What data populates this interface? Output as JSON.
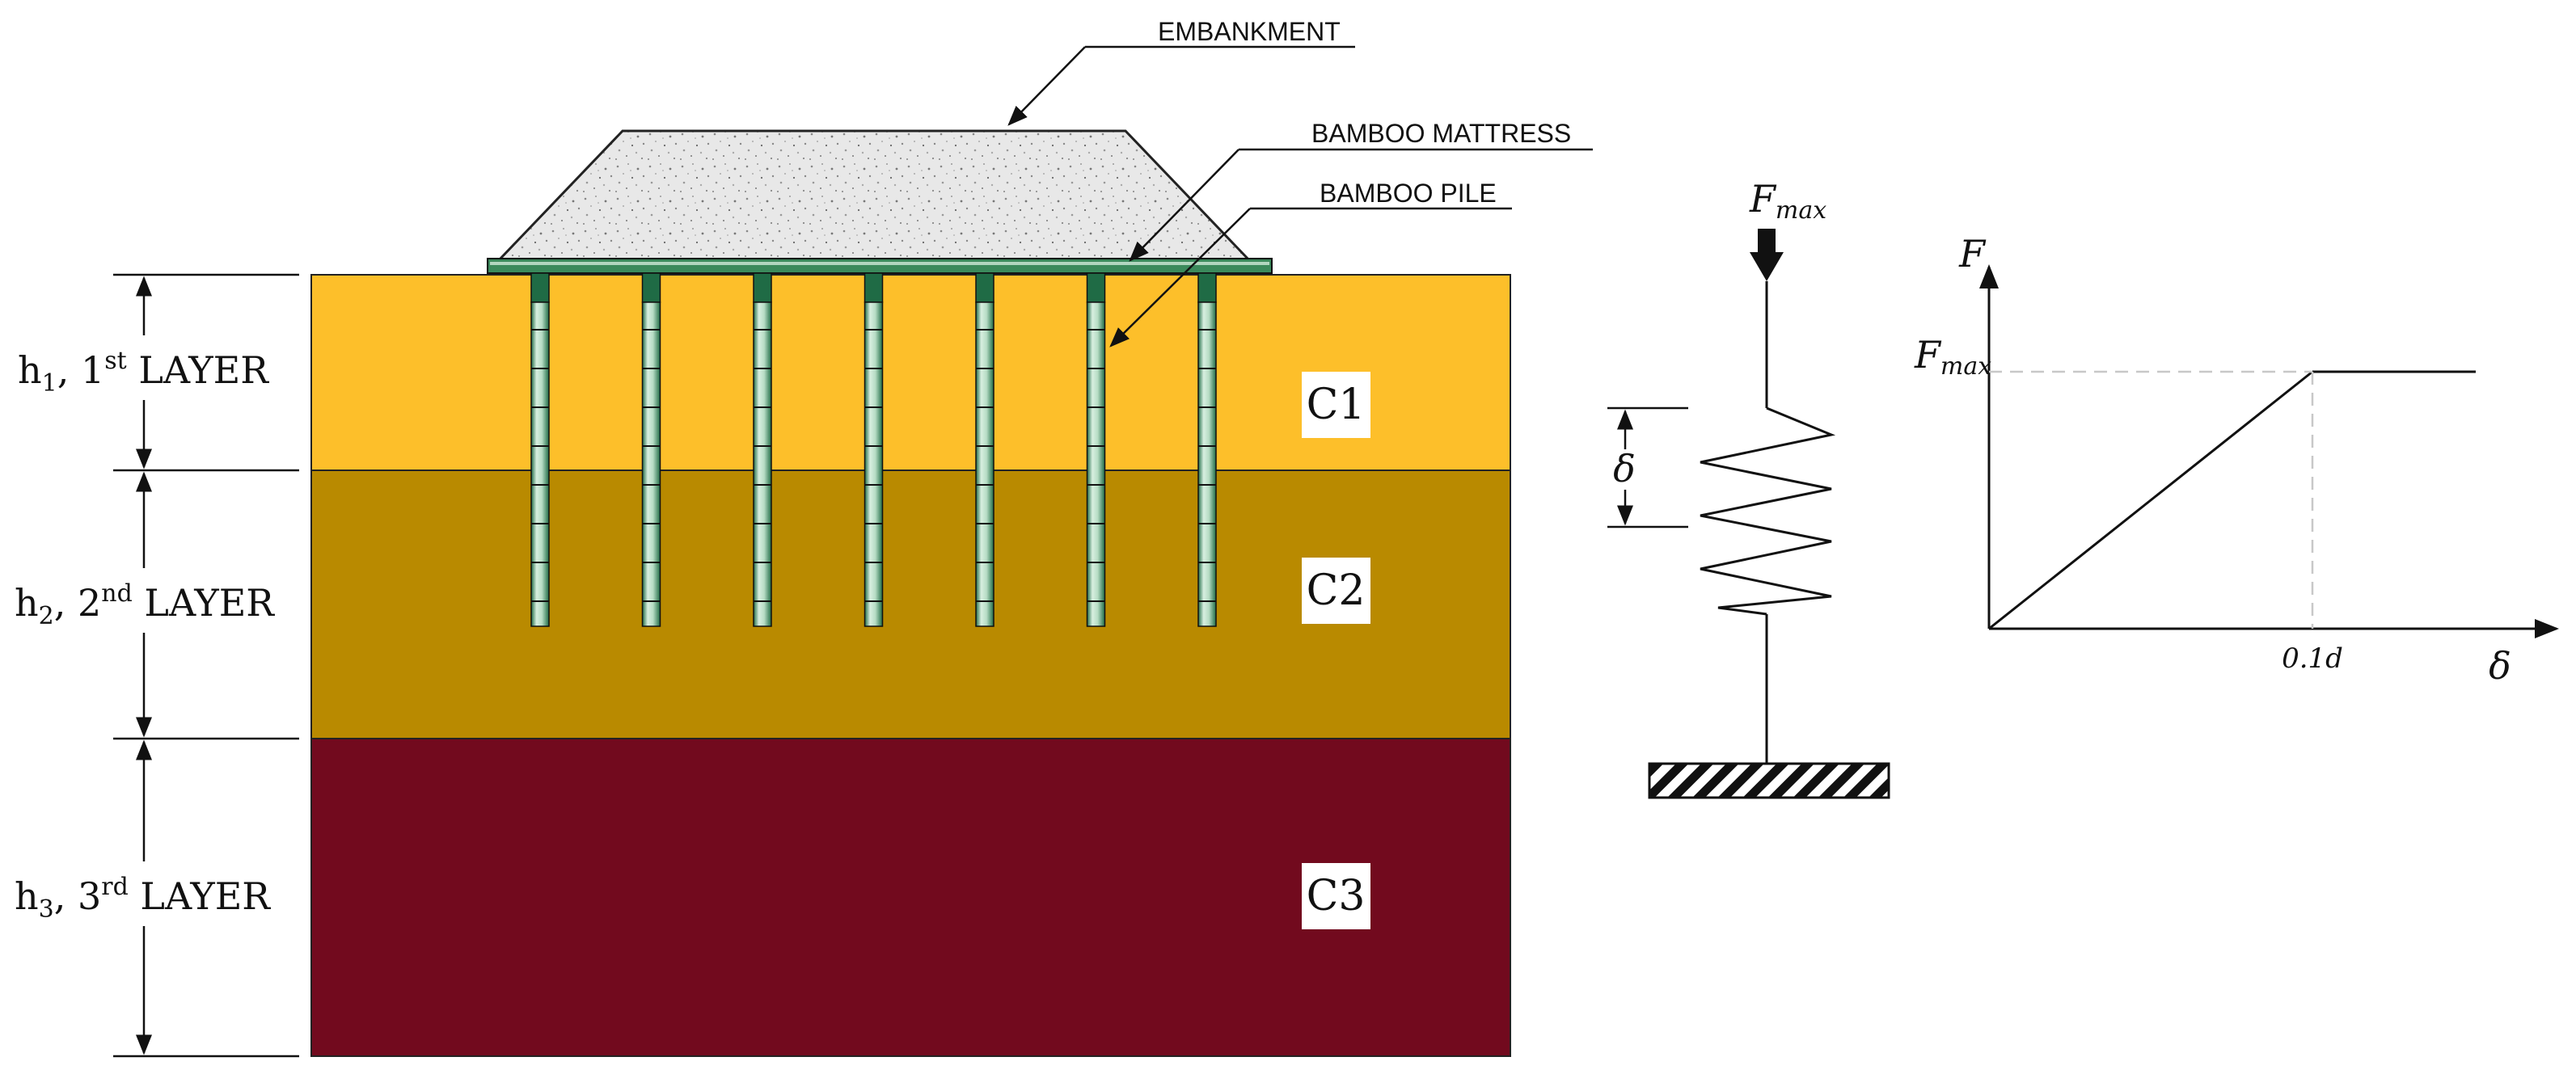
{
  "callouts": {
    "embankment": "EMBANKMENT",
    "bamboo_mattress": "BAMBOO MATTRESS",
    "bamboo_pile": "BAMBOO PILE"
  },
  "layers": [
    {
      "h": "h",
      "sub": "1",
      "sep": ", ",
      "num": "1",
      "sup": "st",
      "word": " LAYER",
      "label": "C1",
      "color": "#FDBF2A"
    },
    {
      "h": "h",
      "sub": "2",
      "sep": ", ",
      "num": "2",
      "sup": "nd",
      "word": " LAYER",
      "label": "C2",
      "color": "#B98A00"
    },
    {
      "h": "h",
      "sub": "3",
      "sep": ", ",
      "num": "3",
      "sup": "rd",
      "word": " LAYER",
      "label": "C3",
      "color": "#720A1E"
    }
  ],
  "spring_model": {
    "force_symbol": "F",
    "force_sub": "max",
    "disp_symbol": "δ"
  },
  "law_graph": {
    "y_axis": "F",
    "y_tick": "F",
    "y_tick_sub": "max",
    "x_axis": "δ",
    "x_tick": "0.1d"
  },
  "colors": {
    "pile_fill": "#c8e4d0",
    "pile_dark": "#1f6b45",
    "mattress": "#3b8a5c",
    "embankment_fill": "#e6e6e6"
  },
  "pile_count": 7
}
